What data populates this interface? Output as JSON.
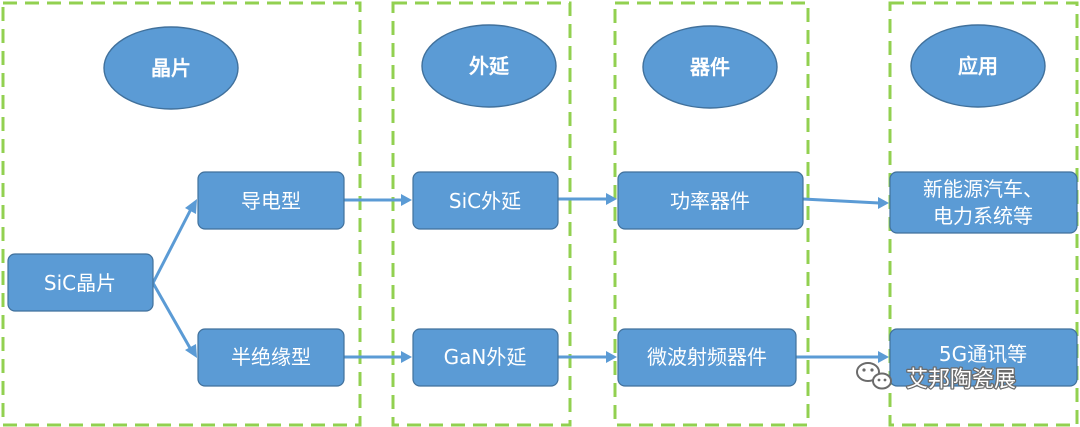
{
  "columns": [
    {
      "id": "wafer",
      "header": "晶片"
    },
    {
      "id": "epitaxy",
      "header": "外延"
    },
    {
      "id": "device",
      "header": "器件"
    },
    {
      "id": "application",
      "header": "应用"
    }
  ],
  "nodes": {
    "sic_wafer": "SiC晶片",
    "conductive": "导电型",
    "semi_insulating": "半绝缘型",
    "sic_epi": "SiC外延",
    "gan_epi": "GaN外延",
    "power_device": "功率器件",
    "rf_device": "微波射频器件",
    "app_power_line1": "新能源汽车、",
    "app_power_line2": "电力系统等",
    "app_5g": "5G通讯等"
  },
  "watermark": {
    "text": "艾邦陶瓷展",
    "icon": "wechat-icon"
  },
  "colors": {
    "node_fill": "#5b9bd5",
    "node_stroke": "#41719c",
    "frame_dash": "#92d050",
    "text": "#ffffff"
  }
}
